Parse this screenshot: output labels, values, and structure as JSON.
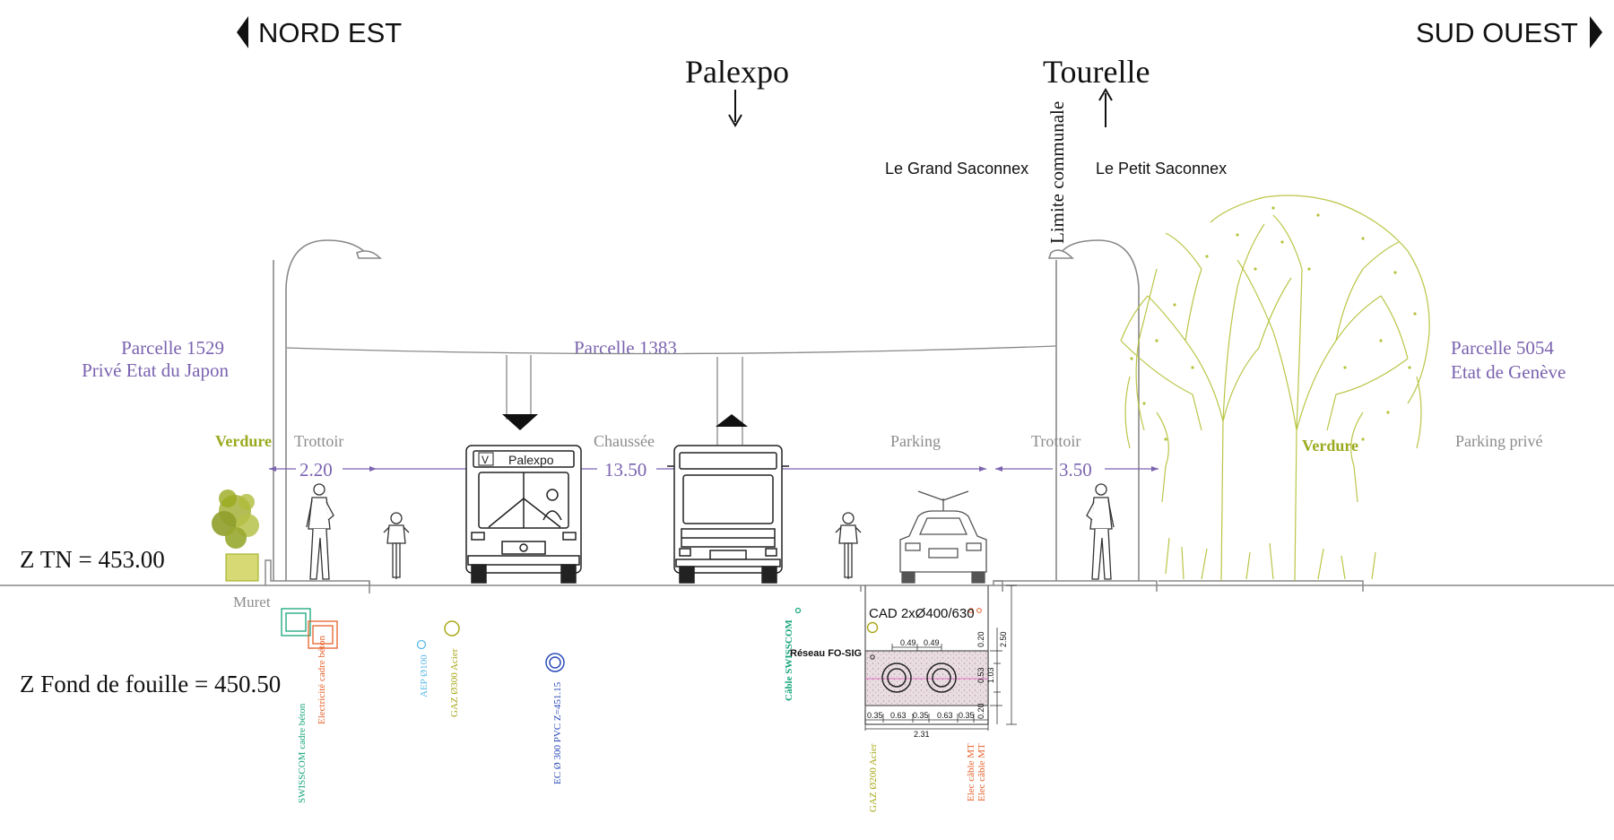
{
  "directions": {
    "left": "NORD EST",
    "right": "SUD OUEST"
  },
  "places": {
    "palexpo": "Palexpo",
    "tourelle": "Tourelle",
    "limite": "Limite communale",
    "grand": "Le Grand Saconnex",
    "petit": "Le Petit Saconnex"
  },
  "parcels": {
    "p1529_a": "Parcelle 1529",
    "p1529_b": "Privé Etat du Japon",
    "p1383": "Parcelle 1383",
    "p5054_a": "Parcelle  5054",
    "p5054_b": "Etat de Genève"
  },
  "zones": {
    "verdure_left": "Verdure",
    "trottoir_left": "Trottoir",
    "chaussee": "Chaussée",
    "parking": "Parking",
    "trottoir_right": "Trottoir",
    "verdure_right": "Verdure",
    "parking_prive": "Parking privé"
  },
  "dimensions": {
    "trottoir_left": "2.20",
    "chaussee": "13.50",
    "trottoir_right": "3.50"
  },
  "levels": {
    "tn": "Z TN = 453.00",
    "fond": "Z Fond de fouille = 450.50",
    "muret": "Muret"
  },
  "bus": {
    "sign_letter": "V",
    "sign_text": "Palexpo"
  },
  "networks": {
    "swisscom": "SWISSCOM cadre béton",
    "electricite": "Electricité cadre béton",
    "aep": "AEP Ø100",
    "gaz300": "GAZ Ø300 Acier",
    "ec": "EC Ø 300 PVC Z=451.15",
    "cable_swisscom": "Câble SWISSCOM",
    "gaz200": "GAZ Ø200 Acier",
    "elec_mt1": "Elec câble MT",
    "elec_mt2": "Elec câble MT"
  },
  "cad": {
    "title": "CAD 2xØ400/630",
    "reseau": "Réseau FO-SIG",
    "top_dim_a": "0.49",
    "top_dim_b": "0.49",
    "right_dim_total": "2.50",
    "right_dim_top": "0.20",
    "right_dim_mid_a": "0.53",
    "right_dim_mid_b": "1.03",
    "right_dim_bot": "0.20",
    "bottom_dims": [
      "0.35",
      "0.63",
      "0.35",
      "0.63",
      "0.35"
    ],
    "bottom_total": "2.31"
  },
  "colors": {
    "purple": "#7b63b0",
    "green": "#9aaa1e",
    "grey": "#8c8c8c",
    "swisscom": "#16a57a",
    "elec": "#e5602a",
    "aep": "#58b8e8",
    "gaz": "#a8a818",
    "ec": "#2c4bb8"
  }
}
